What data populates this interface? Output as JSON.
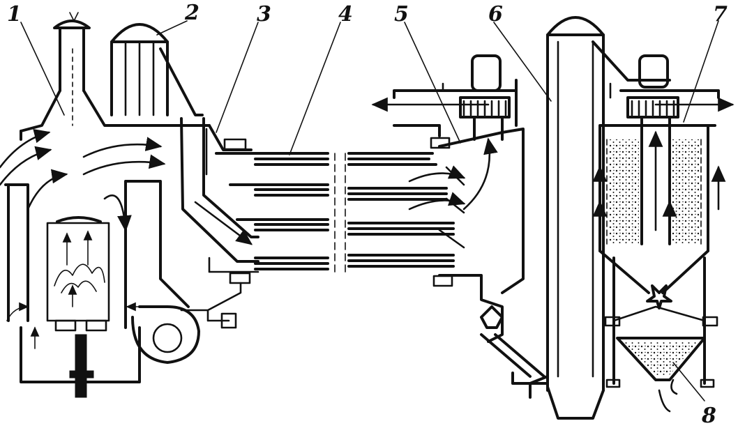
{
  "diagram": {
    "callouts": [
      {
        "id": "1",
        "text": "1"
      },
      {
        "id": "2",
        "text": "2"
      },
      {
        "id": "3",
        "text": "3"
      },
      {
        "id": "4",
        "text": "4"
      },
      {
        "id": "5",
        "text": "5"
      },
      {
        "id": "6",
        "text": "6"
      },
      {
        "id": "7",
        "text": "7"
      },
      {
        "id": "8",
        "text": "8"
      }
    ],
    "colors": {
      "ink": "#111111",
      "paper": "#ffffff"
    }
  }
}
